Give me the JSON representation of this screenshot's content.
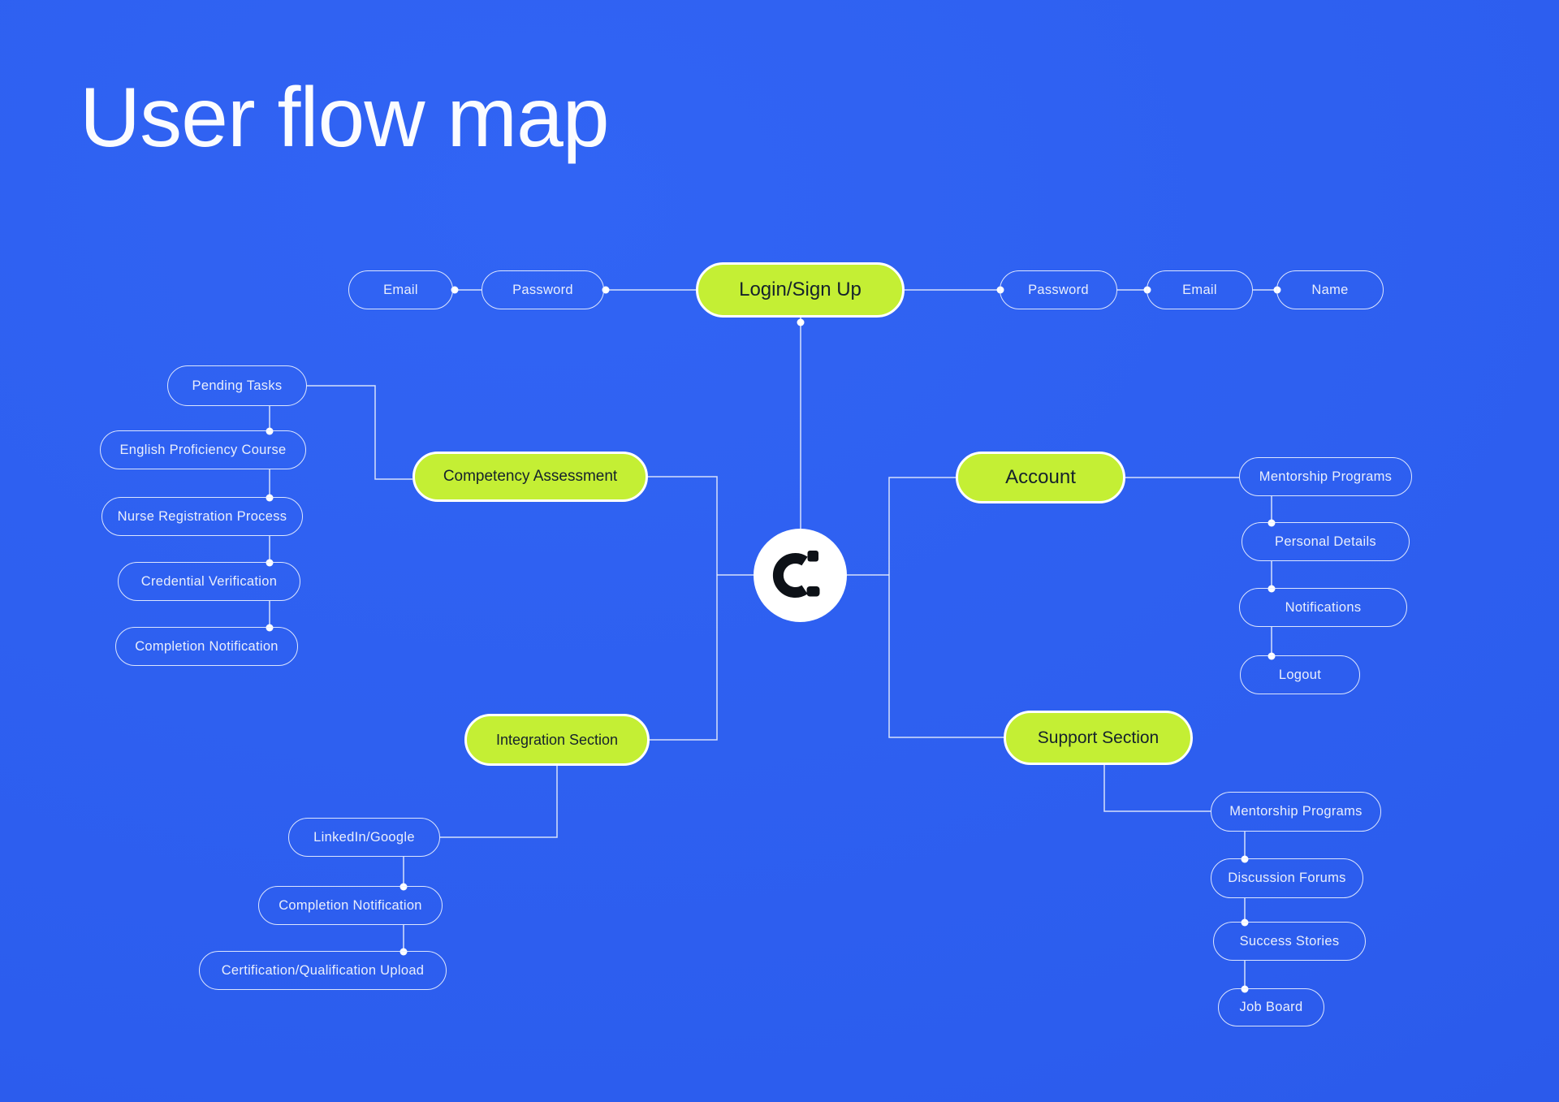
{
  "title": "User flow map",
  "colors": {
    "background": "#2b5cec",
    "accent_green": "#c4ef34",
    "pill_border": "#ebf1ff",
    "pill_text": "#e9eefc",
    "hub_text": "#15222c",
    "connector": "#e8eefc",
    "logo_circle": "#ffffff",
    "logo_mark": "#0d1117"
  },
  "logo": {
    "icon": "c-colon-logo"
  },
  "auth": {
    "hub": "Login/Sign Up",
    "left": [
      "Email",
      "Password"
    ],
    "right": [
      "Password",
      "Email",
      "Name"
    ]
  },
  "competency": {
    "hub": "Competency Assessment",
    "items": [
      "Pending Tasks",
      "English Proficiency Course",
      "Nurse Registration Process",
      "Credential Verification",
      "Completion Notification"
    ]
  },
  "account": {
    "hub": "Account",
    "items": [
      "Mentorship Programs",
      "Personal Details",
      "Notifications",
      "Logout"
    ]
  },
  "integration": {
    "hub": "Integration Section",
    "items": [
      "LinkedIn/Google",
      "Completion Notification",
      "Certification/Qualification Upload"
    ]
  },
  "support": {
    "hub": "Support Section",
    "items": [
      "Mentorship Programs",
      "Discussion Forums",
      "Success Stories",
      "Job Board"
    ]
  }
}
